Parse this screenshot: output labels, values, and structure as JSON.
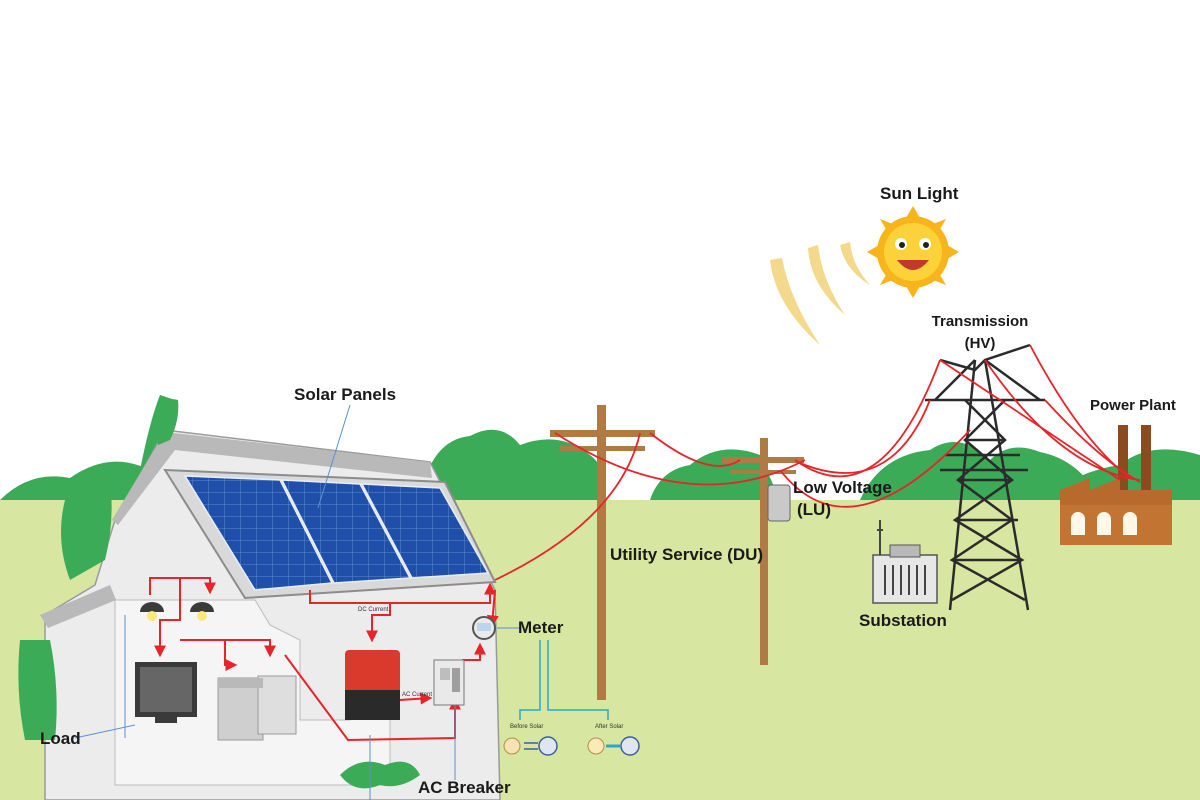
{
  "diagram": {
    "labels": {
      "sun_light": "Sun Light",
      "transmission_line1": "Transmission",
      "transmission_line2": "(HV)",
      "power_plant": "Power Plant",
      "solar_panels": "Solar Panels",
      "low_voltage_line1": "Low Voltage",
      "low_voltage_line2": "(LU)",
      "utility_service": "Utility Service (DU)",
      "substation": "Substation",
      "meter": "Meter",
      "load": "Load",
      "ac_breaker": "AC Breaker",
      "dc_current": "DC Current",
      "ac_current": "AC Current",
      "before_solar": "Before Solar",
      "after_solar": "After Solar"
    },
    "colors": {
      "ground": "#d7e6a0",
      "hills": "#3cab57",
      "house_wall": "#ececec",
      "solar_panel": "#1f4fa8",
      "wire_red": "#e8232a",
      "pole_wood": "#b07a45",
      "factory_brick": "#b86a2c",
      "sun": "#f7b51b",
      "leader_blue": "#5b8fd1",
      "inverter_red": "#d93a2b"
    },
    "icons": [
      "sun-icon",
      "utility-pole-icon",
      "transmission-tower-icon",
      "factory-icon",
      "house-icon",
      "solar-panel-icon",
      "inverter-icon",
      "meter-icon",
      "ac-breaker-icon",
      "tv-icon",
      "washer-icon",
      "lamp-icon"
    ]
  }
}
